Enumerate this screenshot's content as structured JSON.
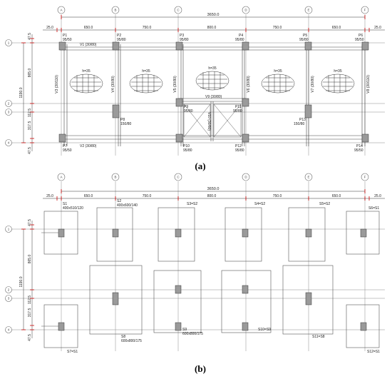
{
  "figure_labels": {
    "a": "(a)",
    "b": "(b)"
  },
  "axes": {
    "columns": [
      "A",
      "B",
      "C",
      "D",
      "E",
      "F"
    ],
    "rows": [
      "1",
      "2",
      "3",
      "4"
    ]
  },
  "dims": {
    "total": "3650.0",
    "edge_left": "25.0",
    "edge_right": "25.0",
    "spans": [
      "650.0",
      "750.0",
      "800.0",
      "750.0",
      "650.0"
    ],
    "vertical_top": "47.5",
    "vertical_main": "865.0",
    "vertical_total": "1190.0",
    "vertical_mid": "112.5",
    "vertical_lower": "317.5",
    "vertical_bottom": "47.5"
  },
  "plan_a": {
    "columns": [
      {
        "id": "P1",
        "size": "95/50"
      },
      {
        "id": "P2",
        "size": "95/80"
      },
      {
        "id": "P3",
        "size": "95/80"
      },
      {
        "id": "P4",
        "size": "95/80"
      },
      {
        "id": "P5",
        "size": "95/80"
      },
      {
        "id": "P6",
        "size": "95/50"
      },
      {
        "id": "P7",
        "size": "95/50"
      },
      {
        "id": "P8",
        "size": "150/80"
      },
      {
        "id": "P9",
        "size": "95/80"
      },
      {
        "id": "P10",
        "size": "95/80"
      },
      {
        "id": "P11",
        "size": "95/80"
      },
      {
        "id": "P12",
        "size": "95/80"
      },
      {
        "id": "P13",
        "size": "150/80"
      },
      {
        "id": "P14",
        "size": "95/50"
      }
    ],
    "beams": {
      "v1": "V1 (30/80)",
      "v2": "V2 (30/80)",
      "v3": "V3 (30/110)",
      "v4": "V4 (30/80)",
      "v5": "V5 (30/80)",
      "v6": "V6 (30/80)",
      "v7": "V7 (30/80)",
      "v8": "V8 (30/110)",
      "v9": "V9 (30/80)",
      "v10": "V10 (30/80)"
    },
    "slab_label": "h=35"
  },
  "plan_b": {
    "footings": {
      "s1": "S1",
      "s1_size": "400x510/120",
      "s2": "S2",
      "s2_size": "400x600/140",
      "s3": "S3=S2",
      "s4": "S4=S2",
      "s5": "S5=S2",
      "s6": "S6=S1",
      "s7": "S7=S1",
      "s8": "S8",
      "s8_size": "600x800/175",
      "s9": "S9",
      "s9_size": "600x800/175",
      "s10": "S10=S9",
      "s11": "S11=S8",
      "s12": "S12=S1"
    }
  }
}
